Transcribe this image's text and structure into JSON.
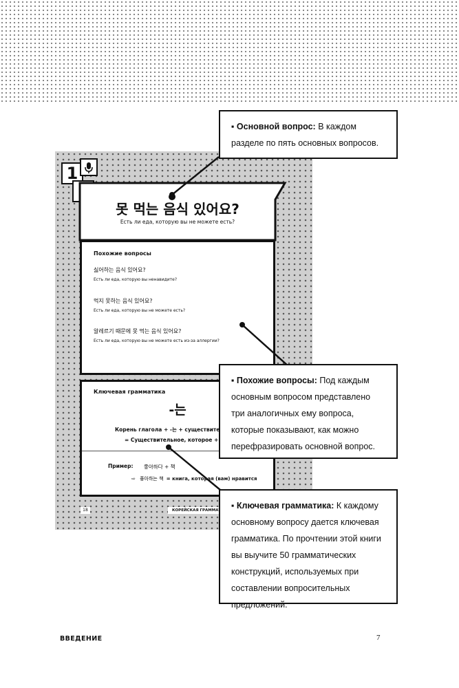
{
  "section": {
    "number": "1",
    "question_mark": "?",
    "title_ko": "못 먹는 음식 있어요?",
    "title_ru": "Есть ли еда, которую вы не можете есть?"
  },
  "similar": {
    "heading": "Похожие вопросы",
    "items": [
      {
        "ko": "싫어하는 음식 있어요?",
        "ru": "Есть ли еда, которую вы ненавидите?"
      },
      {
        "ko": "먹지 못하는 음식 있어요?",
        "ru": "Есть ли еда, которую вы не можете есть?"
      },
      {
        "ko": "알레르기 때문에 못 먹는 음식 있어요?",
        "ru": "Есть ли еда, которую вы не можете есть из-за аллергии?"
      }
    ]
  },
  "grammar": {
    "heading": "Ключевая грамматика",
    "form": "-는",
    "rule_line1": "Корень глагола + -는 + существител",
    "rule_line2": "= Существительное, которое + гла",
    "example_label": "Пример:",
    "example_word": "좋아하다 + 책",
    "example_arrow": "⇨",
    "example_result_ko": "좋아하는 책",
    "example_result_ru": "= книга, которая (вам) нравится"
  },
  "inner_footer": {
    "page": "18",
    "running_title": "КОРЕЙСКАЯ ГРАММАТИ"
  },
  "callouts": [
    {
      "bold": "Основной вопрос:",
      "text": " В каждом разделе по пять основных вопросов."
    },
    {
      "bold": "Похожие вопросы:",
      "text": " Под каждым основным вопросом представлено три аналогичных ему вопроса, которые показывают, как можно перефразировать основной вопрос."
    },
    {
      "bold": "Ключевая грамматика:",
      "text": " К каждому основному вопросу дается ключевая грамматика. По прочтении этой книги вы выучите 50 грамматических конструкций, используемых при составлении вопросительных предложений."
    }
  ],
  "page_footer": {
    "title": "ВВЕДЕНИЕ",
    "page_number": "7"
  }
}
